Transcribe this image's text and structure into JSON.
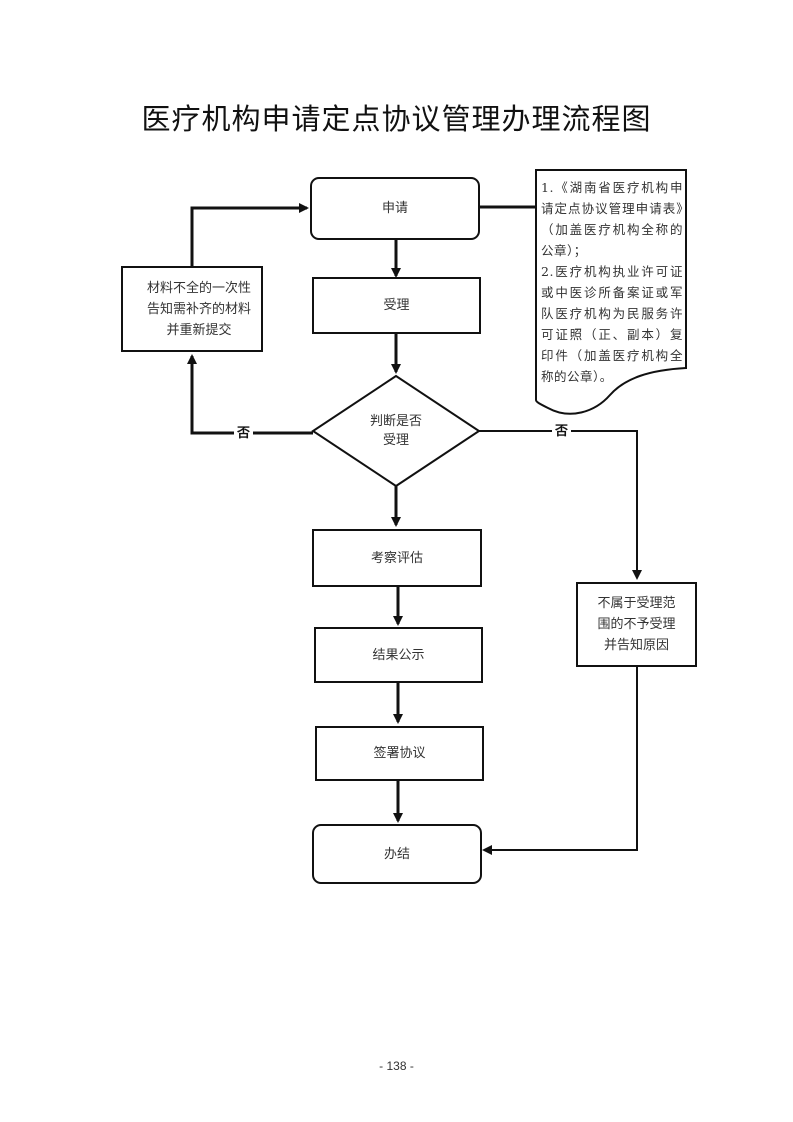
{
  "title": "医疗机构申请定点协议管理办理流程图",
  "nodes": {
    "apply": "申请",
    "accept": "受理",
    "decision": [
      "判断是否",
      "受理"
    ],
    "incomplete": [
      "材料不全的一次性",
      "告知需补齐的材料",
      "并重新提交"
    ],
    "evaluate": "考察评估",
    "publicize": "结果公示",
    "sign": "签署协议",
    "finish": "办结",
    "reject": [
      "不属于受理范",
      "围的不予受理",
      "并告知原因"
    ]
  },
  "document_note": {
    "lines": [
      "1.《湖南省医疗机构申请定点协议管理申请表》（加盖医疗机构全称的公章）；",
      "2.医疗机构执业许可证或中医诊所备案证或军队医疗机构为民服务许可证照（正、副本）复印件（加盖医疗机构全称的公章）。"
    ]
  },
  "edge_labels": {
    "no_left": "否",
    "no_right": "否"
  },
  "page_number": "- 138 -"
}
